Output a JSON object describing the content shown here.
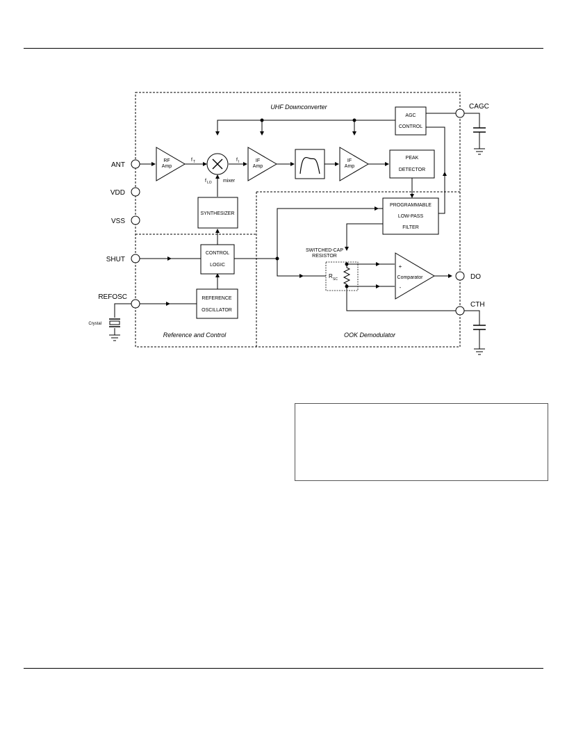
{
  "pins": {
    "ant": "ANT",
    "vdd": "VDD",
    "vss": "VSS",
    "shut": "SHUT",
    "refosc": "REFOSC",
    "cagc": "CAGC",
    "do": "DO",
    "cth": "CTH"
  },
  "regions": {
    "uhf": "UHF Downconverter",
    "ref": "Reference and Control",
    "ook": "OOK Demodulator"
  },
  "blocks": {
    "rf_amp_1": "RF",
    "rf_amp_2": "Amp",
    "if_amp1_1": "IF",
    "if_amp1_2": "Amp",
    "if_amp2_1": "IF",
    "if_amp2_2": "Amp",
    "agc_1": "AGC",
    "agc_2": "CONTROL",
    "peak_1": "PEAK",
    "peak_2": "DETECTOR",
    "synth": "SYNTHESIZER",
    "ctrl_1": "CONTROL",
    "ctrl_2": "LOGIC",
    "refosc_1": "REFERENCE",
    "refosc_2": "OSCILLATOR",
    "lpf_1": "PROGRAMMABLE",
    "lpf_2": "LOW-PASS",
    "lpf_3": "FILTER",
    "comparator": "Comparator",
    "comp_plus": "+",
    "comp_minus": "-",
    "swcap_1": "SWITCHED-CAP",
    "swcap_2": "RESISTOR",
    "rsc_main": "R",
    "rsc_sub": "SC"
  },
  "signals": {
    "f_rf": "f",
    "f_rf_sub": "T",
    "f_if": "f",
    "f_if_sub": "I",
    "f_lo": "f",
    "f_lo_sub": "LO",
    "mixer": "mixer",
    "crystal": "Crystal"
  }
}
